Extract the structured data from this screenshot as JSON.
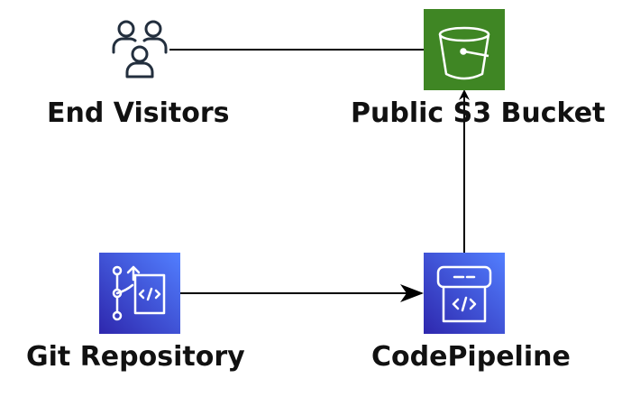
{
  "nodes": {
    "end_visitors": {
      "label": "End Visitors",
      "icon": "users-icon"
    },
    "s3_bucket": {
      "label": "Public S3 Bucket",
      "icon": "s3-bucket-icon",
      "color": "#3f8624"
    },
    "git_repository": {
      "label": "Git Repository",
      "icon": "codecommit-icon",
      "color_start": "#2e27ad",
      "color_end": "#527fff"
    },
    "codepipeline": {
      "label": "CodePipeline",
      "icon": "codepipeline-icon",
      "color_start": "#2e27ad",
      "color_end": "#527fff"
    }
  },
  "edges": [
    {
      "from": "end_visitors",
      "to": "s3_bucket",
      "arrow": "none"
    },
    {
      "from": "git_repository",
      "to": "codepipeline",
      "arrow": "end"
    },
    {
      "from": "codepipeline",
      "to": "s3_bucket",
      "arrow": "end"
    }
  ]
}
